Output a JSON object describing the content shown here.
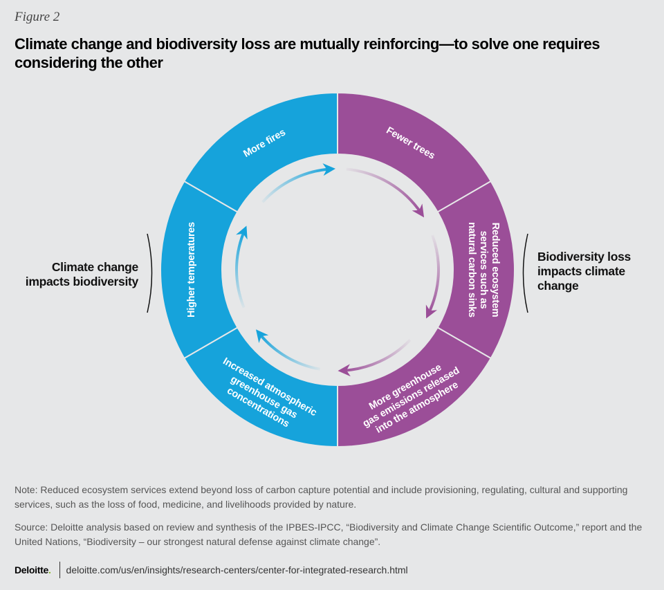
{
  "figure_label": "Figure 2",
  "title": "Climate change and biodiversity loss are mutually reinforcing—to solve one requires considering the other",
  "colors": {
    "background": "#e6e7e8",
    "climate": "#16a3db",
    "biodiversity": "#9b4e98"
  },
  "wheel": {
    "segments": [
      {
        "lines": [
          "Fewer trees"
        ],
        "group": "biodiversity"
      },
      {
        "lines": [
          "Reduced ecosystem",
          "services such as",
          "natural carbon sinks"
        ],
        "group": "biodiversity"
      },
      {
        "lines": [
          "More greenhouse",
          "gas emissions released",
          "into the atmosphere"
        ],
        "group": "biodiversity"
      },
      {
        "lines": [
          "Increased atmospheric",
          "greenhouse gas",
          "concentrations"
        ],
        "group": "climate"
      },
      {
        "lines": [
          "Higher temperatures"
        ],
        "group": "climate"
      },
      {
        "lines": [
          "More fires"
        ],
        "group": "climate"
      }
    ]
  },
  "side_labels": {
    "left": [
      "Climate change",
      "impacts biodiversity"
    ],
    "right": [
      "Biodiversity loss",
      "impacts climate",
      "change"
    ]
  },
  "note": "Note: Reduced ecosystem services extend beyond loss of carbon capture potential and include provisioning, regulating, cultural and supporting services, such as the loss of food, medicine, and livelihoods provided by nature.",
  "source": "Source: Deloitte analysis based on review and synthesis of the IPBES-IPCC, “Biodiversity and Climate Change Scientific Outcome,” report and the United Nations, “Biodiversity – our strongest natural defense against climate change”.",
  "footer": {
    "logo": "Deloitte",
    "logo_dot": ".",
    "url": "deloitte.com/us/en/insights/research-centers/center-for-integrated-research.html"
  }
}
